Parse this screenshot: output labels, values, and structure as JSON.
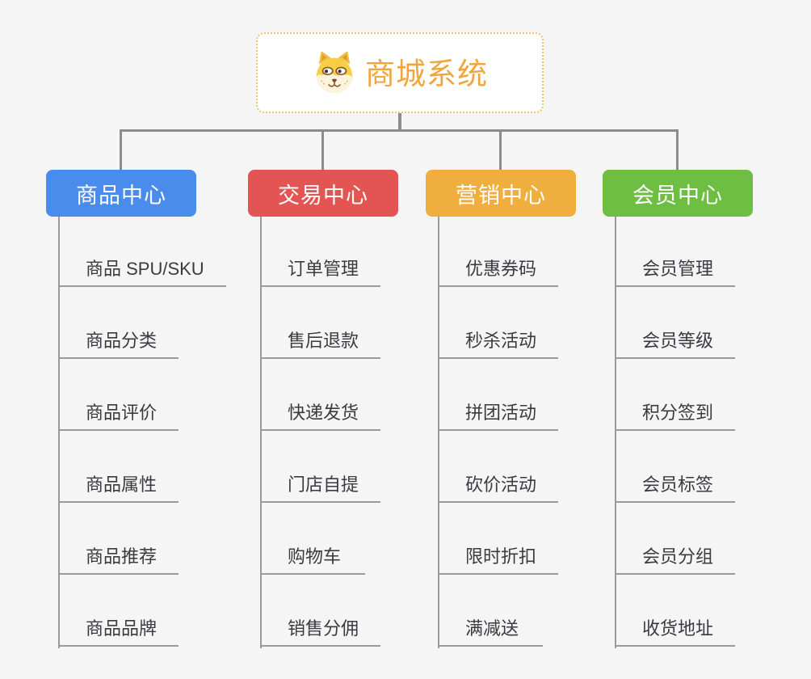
{
  "root": {
    "title": "商城系统",
    "icon": "dog-face-icon",
    "text_color": "#F0A63C",
    "border_color": "#F3C06F"
  },
  "branches": [
    {
      "label": "商品中心",
      "color": "#4A8CEB",
      "items": [
        "商品 SPU/SKU",
        "商品分类",
        "商品评价",
        "商品属性",
        "商品推荐",
        "商品品牌"
      ]
    },
    {
      "label": "交易中心",
      "color": "#E25552",
      "items": [
        "订单管理",
        "售后退款",
        "快递发货",
        "门店自提",
        "购物车",
        "销售分佣"
      ]
    },
    {
      "label": "营销中心",
      "color": "#EFAE3D",
      "items": [
        "优惠券码",
        "秒杀活动",
        "拼团活动",
        "砍价活动",
        "限时折扣",
        "满减送"
      ]
    },
    {
      "label": "会员中心",
      "color": "#6FBE44",
      "items": [
        "会员管理",
        "会员等级",
        "积分签到",
        "会员标签",
        "会员分组",
        "收货地址"
      ]
    }
  ],
  "colors": {
    "background": "#F5F5F5",
    "connector": "#8C8C8C",
    "child_line": "#9A9A9A",
    "child_text": "#3B3B3F"
  }
}
